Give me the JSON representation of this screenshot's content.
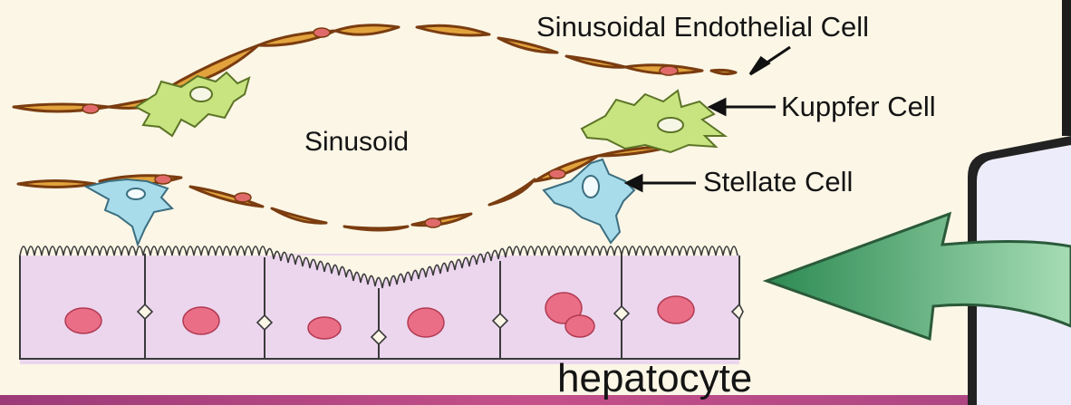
{
  "labels": {
    "endothelial": "Sinusoidal Endothelial Cell",
    "kupffer": "Kuppfer Cell",
    "stellate": "Stellate Cell",
    "sinusoid": "Sinusoid",
    "hepatocyte": "hepatocyte"
  },
  "colors": {
    "background": "#fbf6e6",
    "endothelial_fill": "#e2a33c",
    "endothelial_stroke": "#7a3c10",
    "endothelial_nucleus": "#e06a6a",
    "kupffer_fill": "#c8e480",
    "stellate_fill": "#a8dcea",
    "hepatocyte_fill": "#ecd6ee",
    "hepatocyte_nucleus": "#ea6e86",
    "arrow_green": "#3faa6a",
    "panel_fill": "#ececfa",
    "bottom_strip": "#b0407e"
  },
  "icons": {
    "big_arrow": "left-curved-arrow-icon",
    "label_arrow": "arrow-left-icon"
  }
}
